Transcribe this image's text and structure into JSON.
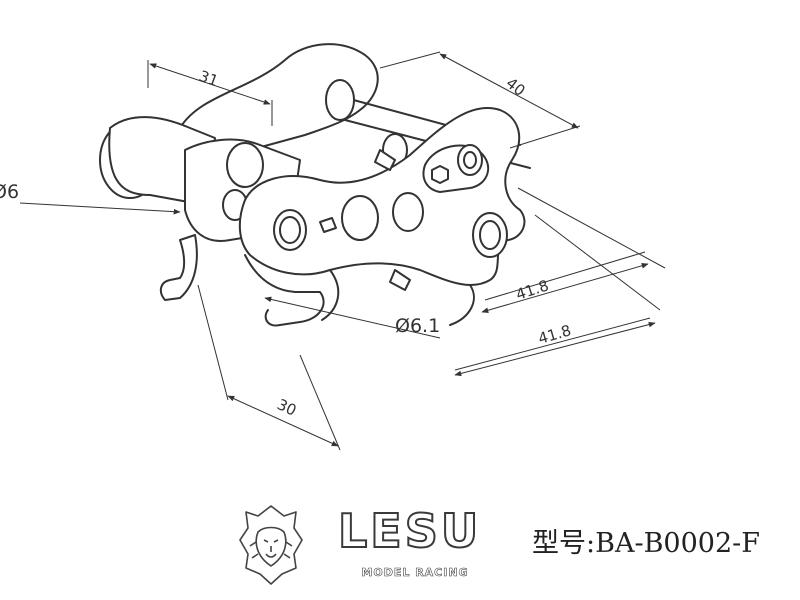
{
  "dimensions": {
    "width_top": "31",
    "depth_top": "40",
    "pin_dia": "Ø6",
    "pin_dia_2": "Ø6.1",
    "length_a": "41.8",
    "length_b": "41.8",
    "width_bottom": "30"
  },
  "brand": {
    "name": "LESU",
    "tagline": "MODEL RACING",
    "model_label": "型号:",
    "model_code": "BA-B0002-F"
  },
  "colors": {
    "line": "#333333",
    "background": "#ffffff"
  }
}
